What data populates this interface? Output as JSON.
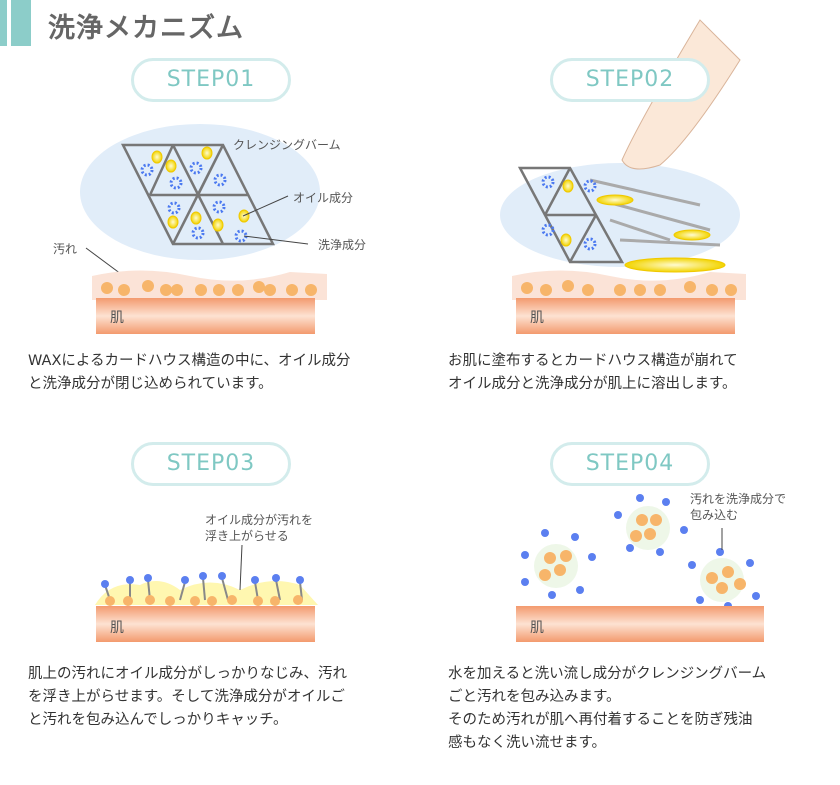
{
  "title": "洗浄メカニズム",
  "steps": [
    {
      "label": "STEP01",
      "desc": "WAXによるカードハウス構造の中に、オイル成分\nと洗浄成分が閉じ込められています。",
      "labels": {
        "balm": "クレンジングバーム",
        "oil": "オイル成分",
        "cleanser": "洗浄成分",
        "dirt": "汚れ",
        "skin": "肌"
      }
    },
    {
      "label": "STEP02",
      "desc": "お肌に塗布するとカードハウス構造が崩れて\nオイル成分と洗浄成分が肌上に溶出します。",
      "labels": {
        "skin": "肌"
      }
    },
    {
      "label": "STEP03",
      "desc": "肌上の汚れにオイル成分がしっかりなじみ、汚れ\nを浮き上がらせます。そして洗浄成分がオイルご\nと汚れを包み込んでしっかりキャッチ。",
      "labels": {
        "note1": "オイル成分が汚れを",
        "note2": "浮き上がらせる",
        "skin": "肌"
      }
    },
    {
      "label": "STEP04",
      "desc": "水を加えると洗い流し成分がクレンジングバーム\nごと汚れを包み込みます。\nそのため汚れが肌へ再付着することを防ぎ残油\n感もなく洗い流せます。",
      "labels": {
        "note1": "汚れを洗浄成分で",
        "note2": "包み込む",
        "skin": "肌"
      }
    }
  ],
  "colors": {
    "accent": "#8ccdc9",
    "skin": "#f5a57a",
    "dirt": "#f7b56a",
    "oil": "#f5e020",
    "cleanser": "#4a78f0"
  }
}
